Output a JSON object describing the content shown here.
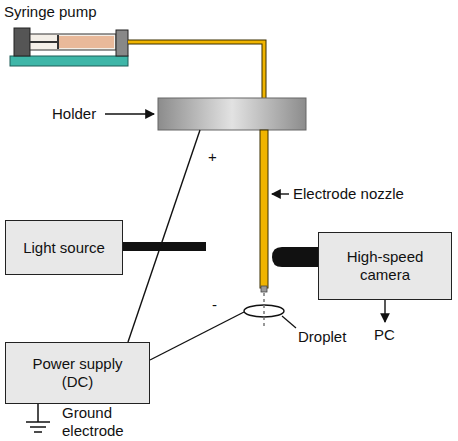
{
  "diagram": {
    "nodes": [
      {
        "text": [
          "Light source"
        ]
      },
      {
        "text": [
          "High-speed camera"
        ]
      },
      {
        "text": [
          "Power supply (DC)"
        ]
      }
    ],
    "labels": [
      "Syringe pump",
      "Holder",
      "Electrode nozzle",
      "+",
      "-",
      "Droplet",
      "PC",
      "Ground electrode"
    ]
  }
}
